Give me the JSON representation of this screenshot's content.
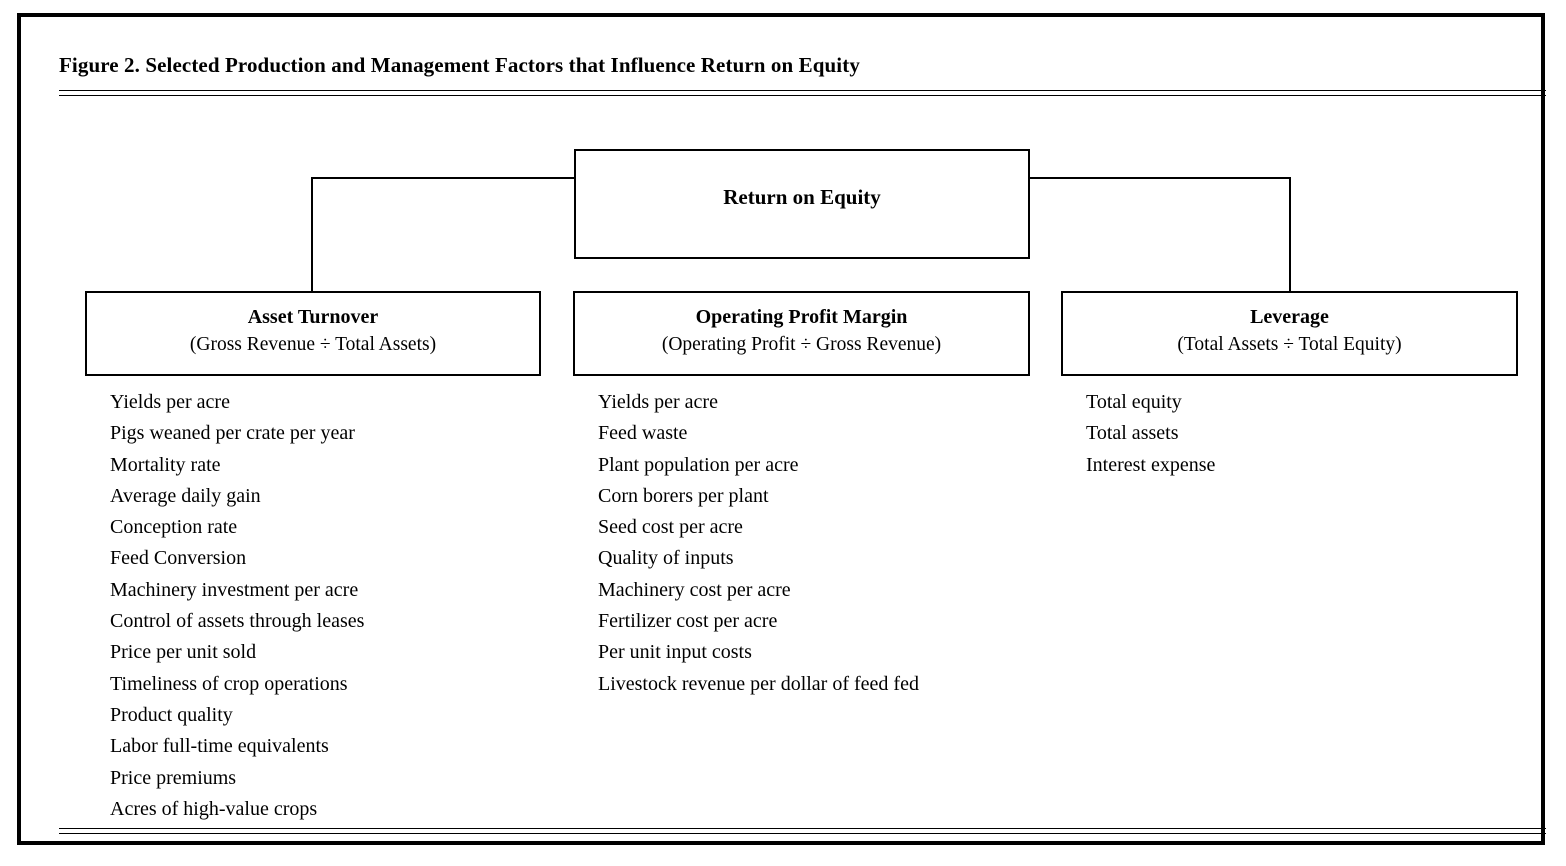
{
  "figure": {
    "title": "Figure 2. Selected Production and Management Factors that Influence Return on Equity",
    "root": {
      "label": "Return on Equity"
    },
    "branches": [
      {
        "label": "Asset Turnover",
        "formula": "(Gross Revenue ÷ Total Assets)",
        "factors": [
          "Yields per acre",
          "Pigs weaned per crate per year",
          "Mortality rate",
          "Average daily gain",
          "Conception rate",
          "Feed Conversion",
          "Machinery investment per acre",
          "Control of assets through leases",
          "Price per unit sold",
          "Timeliness of crop operations",
          "Product quality",
          "Labor full-time equivalents",
          "Price premiums",
          "Acres of high-value crops"
        ]
      },
      {
        "label": "Operating Profit Margin",
        "formula": "(Operating Profit ÷ Gross Revenue)",
        "factors": [
          "Yields per acre",
          "Feed waste",
          "Plant population per acre",
          "Corn borers per plant",
          "Seed cost per acre",
          "Quality of inputs",
          "Machinery cost per acre",
          "Fertilizer cost per acre",
          "Per unit input costs",
          "Livestock revenue per dollar of feed fed"
        ]
      },
      {
        "label": "Leverage",
        "formula": "(Total Assets ÷ Total Equity)",
        "factors": [
          "Total equity",
          "Total assets",
          "Interest expense"
        ]
      }
    ],
    "colors": {
      "ink": "#000000",
      "paper": "#ffffff"
    }
  }
}
